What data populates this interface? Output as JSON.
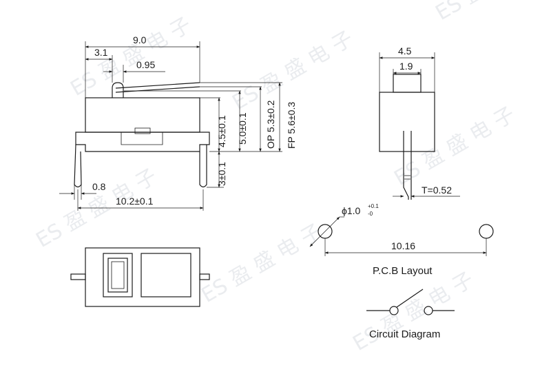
{
  "side_view": {
    "dim_overall_length": "9.0",
    "dim_actuator_offset": "3.1",
    "dim_actuator_width": "0.95",
    "dim_body_height": "4.5±0.1",
    "dim_body_actuator_height": "5.0±0.1",
    "dim_op": "OP 5.3±0.2",
    "dim_fp": "FP 5.6±0.3",
    "dim_pin_length": "3±0.1",
    "dim_pin_width": "0.8",
    "dim_pin_pitch": "10.2±0.1"
  },
  "front_view": {
    "dim_body_width": "4.5",
    "dim_actuator_width": "1.9",
    "dim_terminal_thickness": "T=0.52"
  },
  "pcb_layout": {
    "hole_diameter": "ϕ1.0",
    "hole_tol_plus": "+0.1",
    "hole_tol_minus": "-0",
    "hole_pitch": "10.16",
    "caption": "P.C.B Layout"
  },
  "circuit": {
    "caption": "Circuit Diagram"
  },
  "watermark": {
    "text": "ES 盈 盛 电 子"
  }
}
